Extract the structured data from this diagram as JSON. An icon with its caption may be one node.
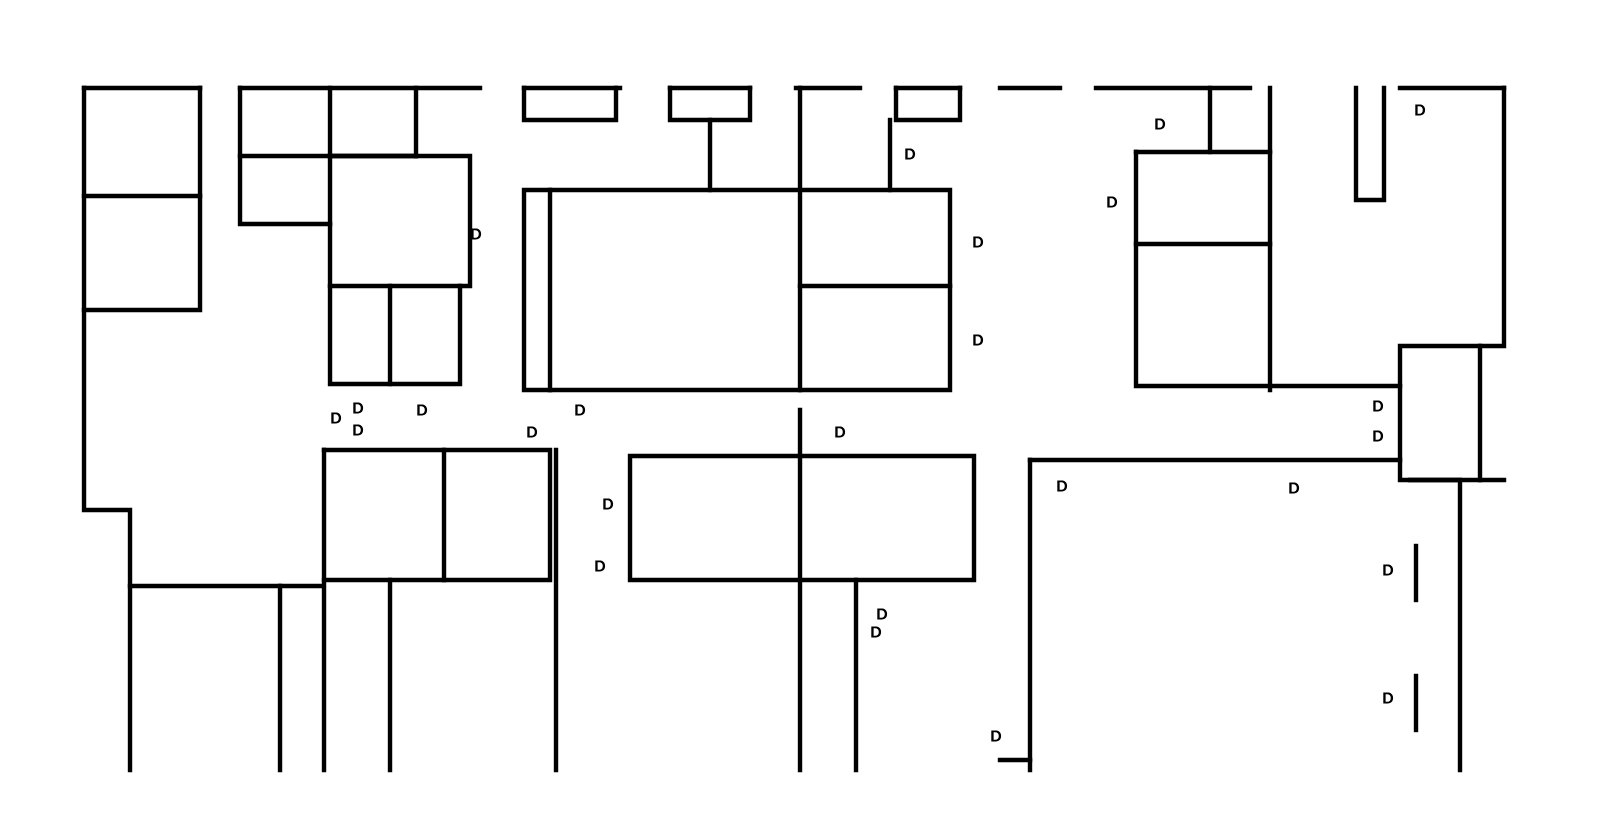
{
  "diagram": {
    "labels": [
      "D",
      "D",
      "D",
      "D",
      "D",
      "D",
      "D",
      "D",
      "D",
      "D",
      "D",
      "D",
      "D",
      "D",
      "D",
      "D",
      "D",
      "D",
      "D",
      "D",
      "D",
      "D",
      "D",
      "D",
      "D"
    ]
  }
}
